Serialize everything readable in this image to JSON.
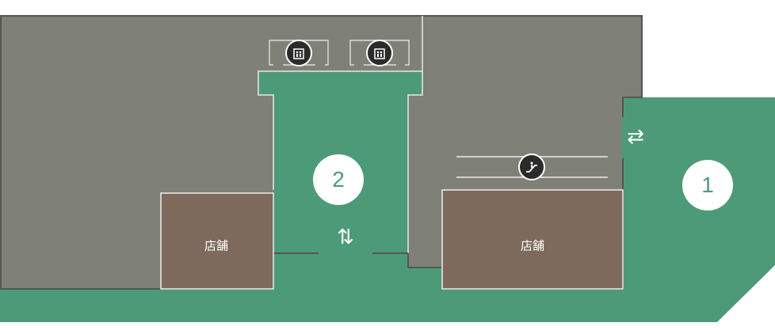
{
  "map": {
    "areas": [
      {
        "id": "1",
        "label": "1"
      },
      {
        "id": "2",
        "label": "2"
      }
    ],
    "shops": [
      {
        "label": "店舗"
      },
      {
        "label": "店舗"
      }
    ],
    "arrows": {
      "horizontal": "⇄",
      "vertical": "⇅"
    },
    "icons": [
      "elevator-icon",
      "elevator-icon",
      "escalator-icon"
    ],
    "colors": {
      "building": "#7f8177",
      "walkway": "#4d9a78",
      "shop": "#7d6a5c",
      "wall": "#555555"
    }
  }
}
